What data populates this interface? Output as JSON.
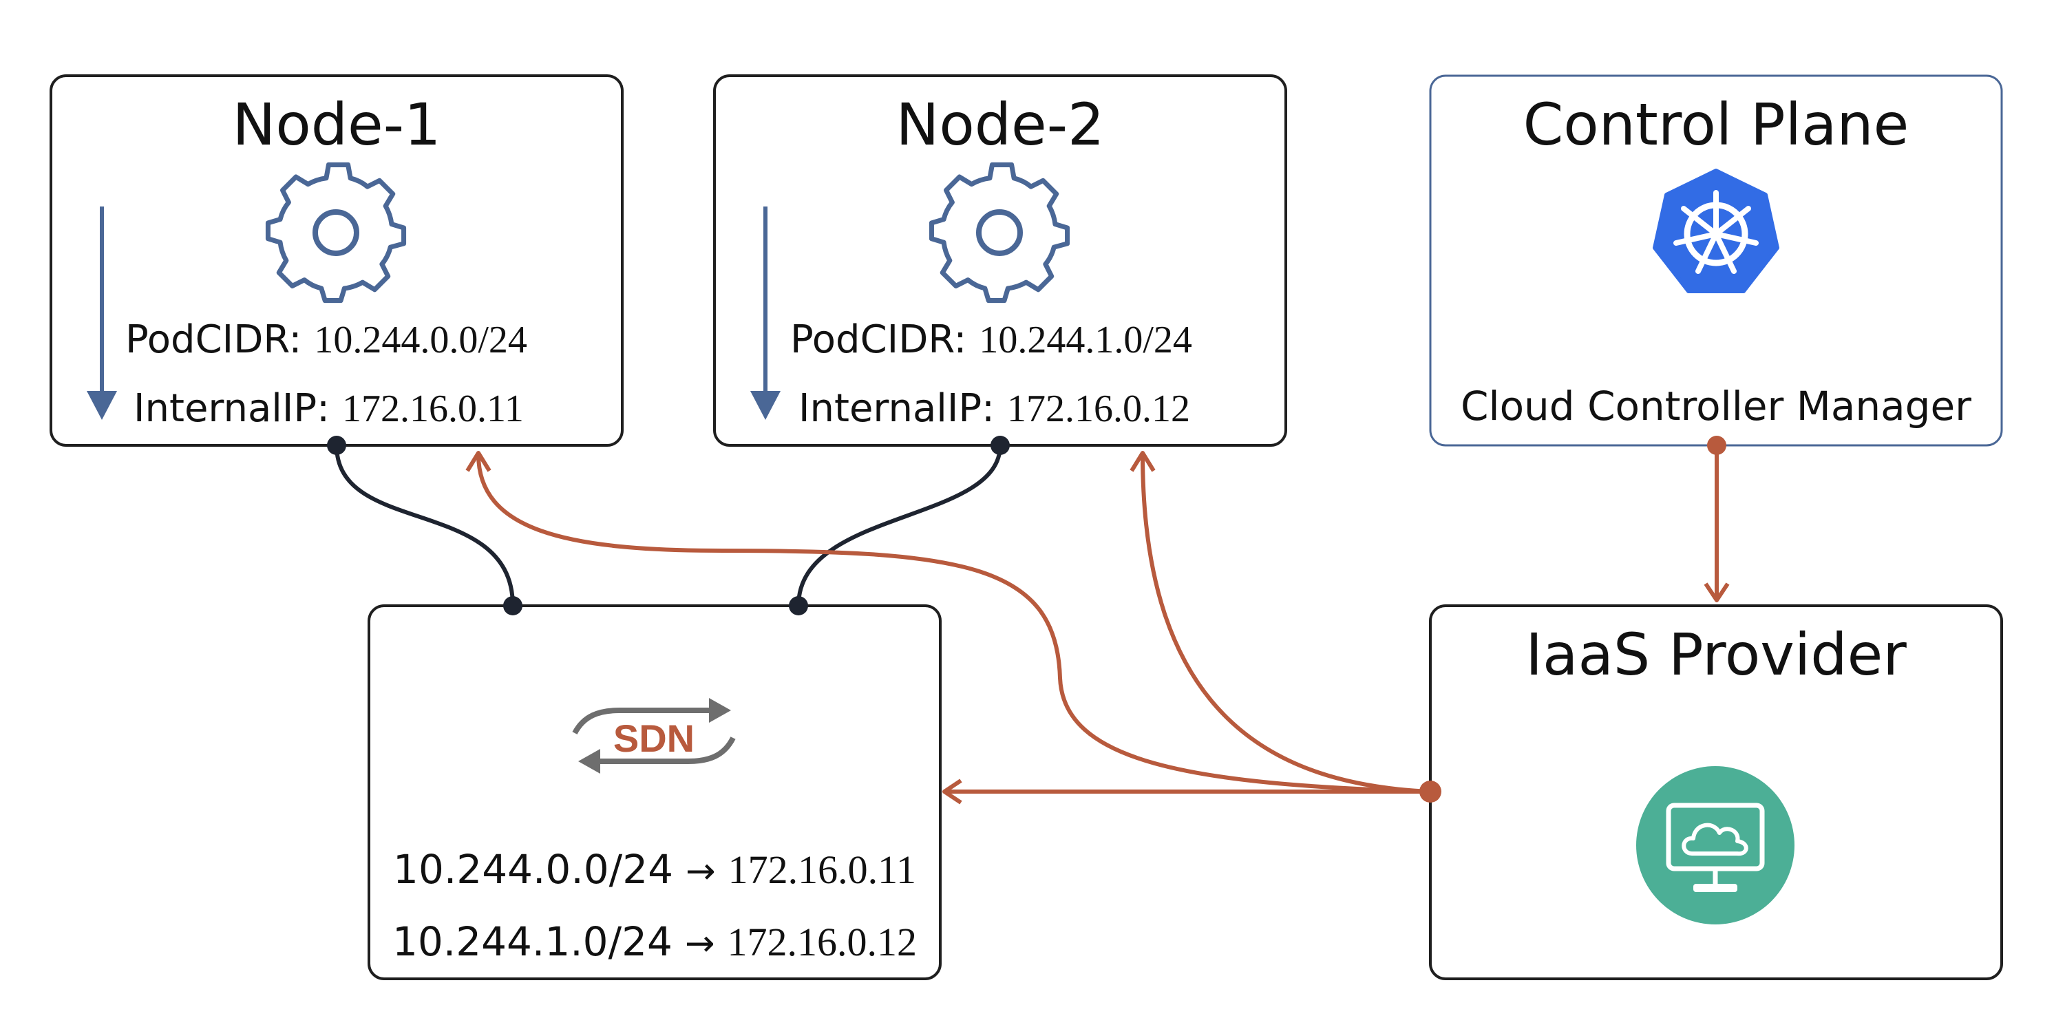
{
  "colors": {
    "box_stroke": "#1f1f1f",
    "control_plane_stroke": "#4a6796",
    "icon_blue": "#4a6796",
    "k8s_blue": "#326ce5",
    "orange": "#b85a3d",
    "dark_link": "#1e2430",
    "teal": "#4caf96",
    "gray_arrow": "#6e6e6e"
  },
  "node1": {
    "title": "Node-1",
    "podcidr_label": "PodCIDR:",
    "podcidr_value": "10.244.0.0/24",
    "internalip_label": "InternalIP:",
    "internalip_value": "172.16.0.11",
    "icon": "gear-icon"
  },
  "node2": {
    "title": "Node-2",
    "podcidr_label": "PodCIDR:",
    "podcidr_value": "10.244.1.0/24",
    "internalip_label": "InternalIP:",
    "internalip_value": "172.16.0.12",
    "icon": "gear-icon"
  },
  "control_plane": {
    "title": "Control Plane",
    "subtitle": "Cloud Controller Manager",
    "icon": "kubernetes-icon"
  },
  "iaas": {
    "title": "IaaS Provider",
    "icon": "cloud-monitor-icon"
  },
  "sdn": {
    "label": "SDN",
    "icon": "sdn-exchange-icon",
    "routes": [
      {
        "network": "10.244.0.0/24",
        "arrow": "→",
        "ip": "172.16.0.11"
      },
      {
        "network": "10.244.1.0/24",
        "arrow": "→",
        "ip": "172.16.0.12"
      }
    ]
  }
}
